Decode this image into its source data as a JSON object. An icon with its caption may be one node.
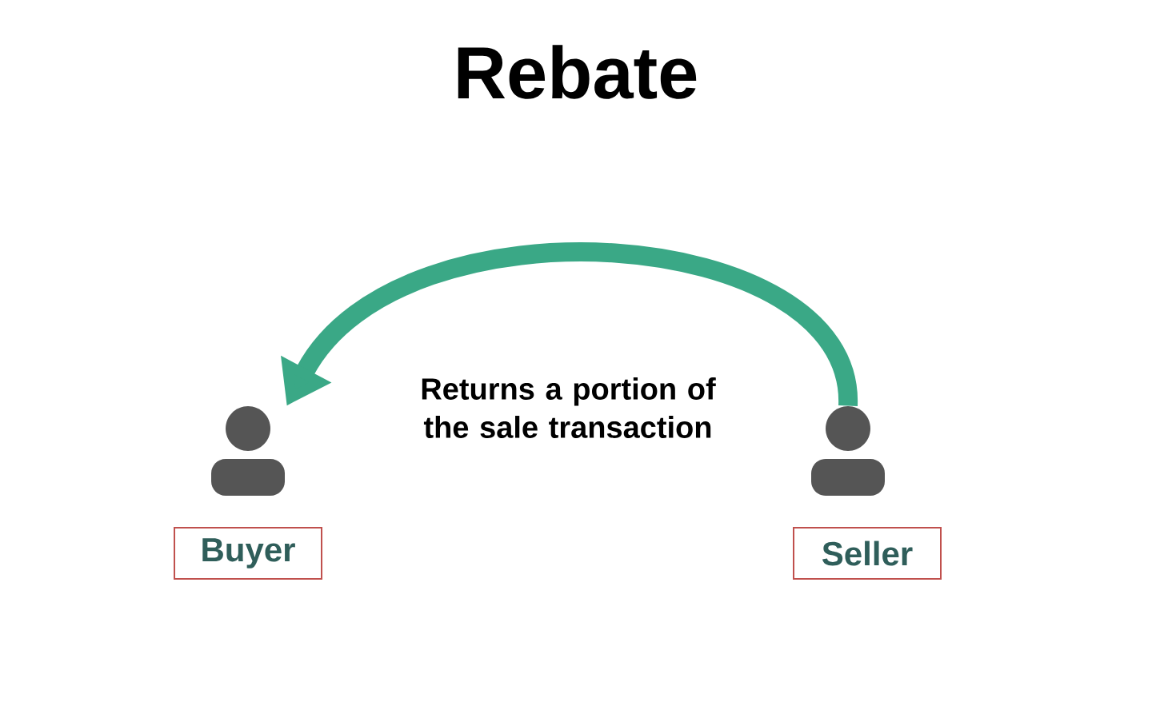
{
  "diagram": {
    "title": "Rebate",
    "nodes": [
      {
        "text": [],
        "shape": "person"
      },
      {
        "text": [
          "Buyer"
        ]
      },
      {
        "text": [],
        "shape": "person"
      },
      {
        "text": [
          "Seller"
        ]
      }
    ],
    "edges": [
      {
        "from": 2,
        "to": 0,
        "arrow": "to",
        "label": "Returns a portion of the sale transaction",
        "color": "#3aa886"
      }
    ]
  }
}
